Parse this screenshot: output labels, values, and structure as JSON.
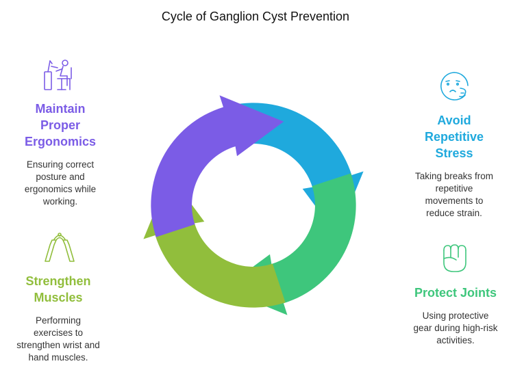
{
  "title": "Cycle of Ganglion Cyst Prevention",
  "colors": {
    "purple": "#7b5ce6",
    "blue": "#1fa9dd",
    "green": "#3ec67c",
    "olive": "#91be3c"
  },
  "steps": [
    {
      "heading_lines": [
        "Maintain",
        "Proper",
        "Ergonomics"
      ],
      "desc_lines": [
        "Ensuring correct",
        "posture and",
        "ergonomics while",
        "working."
      ],
      "icon": "desk-worker-icon",
      "color": "#7b5ce6"
    },
    {
      "heading_lines": [
        "Avoid",
        "Repetitive",
        "Stress"
      ],
      "desc_lines": [
        "Taking breaks from",
        "repetitive",
        "movements to",
        "reduce strain."
      ],
      "icon": "face-stress-icon",
      "color": "#1fa9dd"
    },
    {
      "heading_lines": [
        "Protect Joints"
      ],
      "desc_lines": [
        "Using protective",
        "gear during high-risk",
        "activities."
      ],
      "icon": "fist-icon",
      "color": "#3ec67c"
    },
    {
      "heading_lines": [
        "Strengthen",
        "Muscles"
      ],
      "desc_lines": [
        "Performing",
        "exercises to",
        "strengthen wrist and",
        "hand muscles."
      ],
      "icon": "hand-gripper-icon",
      "color": "#91be3c"
    }
  ]
}
